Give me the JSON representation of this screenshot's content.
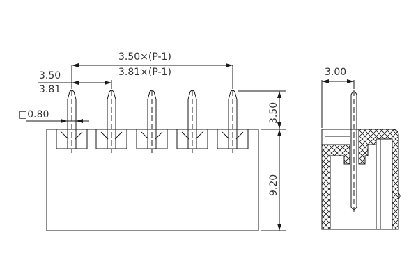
{
  "drawing": {
    "title": "Pin header connector dimension drawing",
    "views": [
      "front-view",
      "side-view"
    ],
    "line_color": "#1a1a1a",
    "background": "#ffffff"
  },
  "dimensions": {
    "span_top": "3.50×(P-1)",
    "span_bottom": "3.81×(P-1)",
    "pitch_top": "3.50",
    "pitch_bottom": "3.81",
    "pin_square": "0.80",
    "pin_square_symbol": "□",
    "pin_height_above": "3.50",
    "body_height": "9.20",
    "side_offset": "3.00"
  },
  "front_view": {
    "pin_count_shown": 5,
    "pin_x": [
      103,
      160,
      218,
      276,
      334
    ]
  }
}
